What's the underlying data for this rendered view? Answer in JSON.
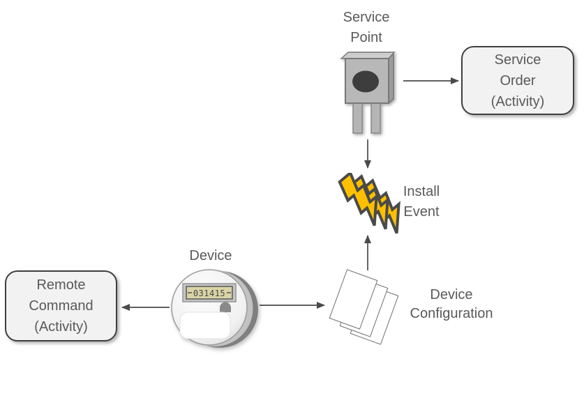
{
  "labels": {
    "service_point": {
      "line1": "Service",
      "line2": "Point"
    },
    "install_event": {
      "line1": "Install",
      "line2": "Event"
    },
    "device": "Device",
    "device_configuration": {
      "line1": "Device",
      "line2": "Configuration"
    }
  },
  "boxes": {
    "service_order": {
      "line1": "Service",
      "line2": "Order",
      "line3": "(Activity)"
    },
    "remote_command": {
      "line1": "Remote",
      "line2": "Command",
      "line3": "(Activity)"
    }
  },
  "meter": {
    "display_value": "031415"
  },
  "icons": {
    "service_point": "meter-box-icon",
    "install_event": "lightning-bolts-icon",
    "device": "smart-meter-icon",
    "device_configuration": "documents-stack-icon"
  },
  "edges": [
    {
      "from": "Service Point",
      "to": "Service Order (Activity)"
    },
    {
      "from": "Service Point",
      "to": "Install Event"
    },
    {
      "from": "Device Configuration",
      "to": "Install Event"
    },
    {
      "from": "Device",
      "to": "Remote Command (Activity)"
    },
    {
      "from": "Device",
      "to": "Device Configuration"
    }
  ],
  "colors": {
    "background": "#ffffff",
    "text": "#595959",
    "box_fill": "#f2f2f2",
    "box_border": "#3f3f3f",
    "arrow": "#4a4a4a",
    "bolt_fill": "#ffc000",
    "bolt_outline": "#4a4a4a",
    "meter_display_fill": "#d9d3a6",
    "icon_gray": "#b5b5b5"
  }
}
